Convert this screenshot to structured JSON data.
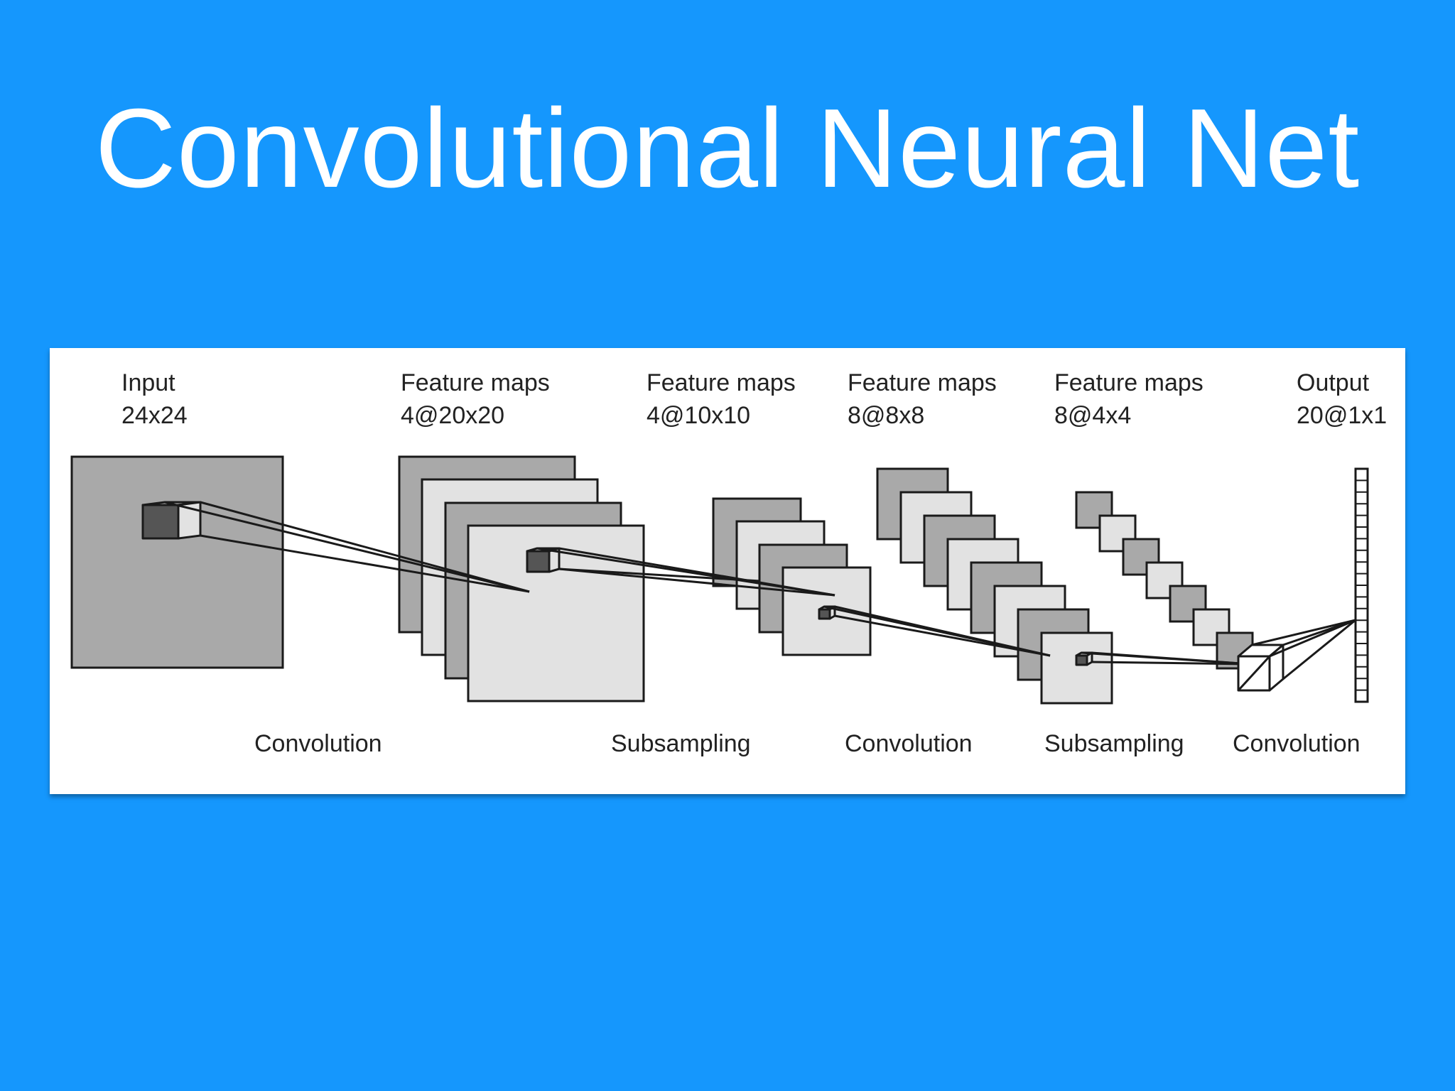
{
  "slide": {
    "title": "Convolutional Neural Net",
    "background_color": "#1597FD",
    "title_color": "#FFFFFF"
  },
  "diagram": {
    "stages": [
      {
        "name": "Input",
        "size": "24x24"
      },
      {
        "name": "Feature maps",
        "size": "4@20x20"
      },
      {
        "name": "Feature maps",
        "size": "4@10x10"
      },
      {
        "name": "Feature maps",
        "size": "8@8x8"
      },
      {
        "name": "Feature maps",
        "size": "8@4x4"
      },
      {
        "name": "Output",
        "size": "20@1x1"
      }
    ],
    "operations": [
      "Convolution",
      "Subsampling",
      "Convolution",
      "Subsampling",
      "Convolution"
    ],
    "colors": {
      "map_dark": "#A9A9A9",
      "map_light": "#E2E2E2",
      "kernel_dark": "#555555",
      "stroke": "#1A1A1A"
    }
  }
}
